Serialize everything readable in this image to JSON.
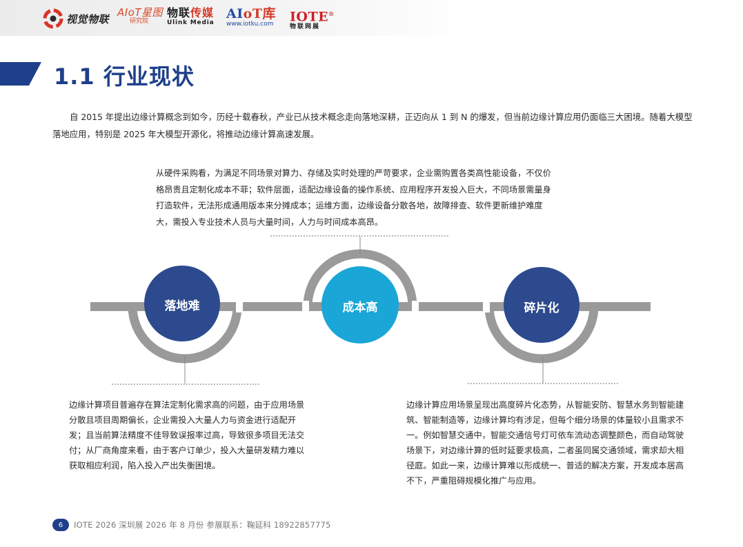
{
  "header": {
    "logos": [
      {
        "name": "视觉物联"
      },
      {
        "name": "AIoT星图",
        "sub": "研究院"
      },
      {
        "name_a": "物联",
        "name_b": "传媒",
        "sub": "Ulink Media"
      },
      {
        "name_a": "AI",
        "name_b": "oT库",
        "sub": "www.iotku.com"
      },
      {
        "name": "IOTE",
        "mark": "®",
        "sub": "物联网展"
      }
    ]
  },
  "page": {
    "title": "1.1 行业现状",
    "intro": "自 2015 年提出边缘计算概念到如今，历经十载春秋，产业已从技术概念走向落地深耕，正迈向从 1 到 N 的爆发，但当前边缘计算应用仍面临三大困境。随着大模型落地应用，特别是 2025 年大模型开源化，将推动边缘计算高速发展。"
  },
  "challenges": {
    "left": {
      "label": "落地难",
      "text": "边缘计算项目普遍存在算法定制化需求高的问题，由于应用场景分散且项目周期偏长，企业需投入大量人力与资金进行适配开发；且当前算法精度不佳导致误报率过高，导致很多项目无法交付；从厂商角度来看，由于客户订单少，投入大量研发精力难以获取相应利润，陷入投入产出失衡困境。"
    },
    "center": {
      "label": "成本高",
      "text": "从硬件采购看，为满足不同场景对算力、存储及实时处理的严苛要求，企业需购置各类高性能设备，不仅价格昂贵且定制化成本不菲；软件层面，适配边缘设备的操作系统、应用程序开发投入巨大，不同场景需量身打造软件，无法形成通用版本来分摊成本；运维方面，边缘设备分散各地，故障排查、软件更新维护难度大，需投入专业技术人员与大量时间，人力与时间成本高昂。"
    },
    "right": {
      "label": "碎片化",
      "text": "边缘计算应用场景呈现出高度碎片化态势，从智能安防、智慧水务到智能建筑、智能制造等，边缘计算均有涉足，但每个细分场景的体量较小且需求不一。例如智慧交通中，智能交通信号灯可依车流动态调整颜色，而自动驾驶场景下，对边缘计算的低时延要求极高，二者虽同属交通领域，需求却大相径庭。如此一来，边缘计算难以形成统一、普适的解决方案，开发成本居高不下，严重阻碍规模化推广与应用。"
    }
  },
  "colors": {
    "navy": "#2d4a8e",
    "cyan": "#1aa6d6",
    "gray_ring": "#9a9a9a",
    "title_blue": "#1e3f8a"
  },
  "footer": {
    "page_number": "6",
    "text": "IOTE 2026 深圳展 2026 年 8 月份  参展联系：鞠延科 18922857775"
  }
}
